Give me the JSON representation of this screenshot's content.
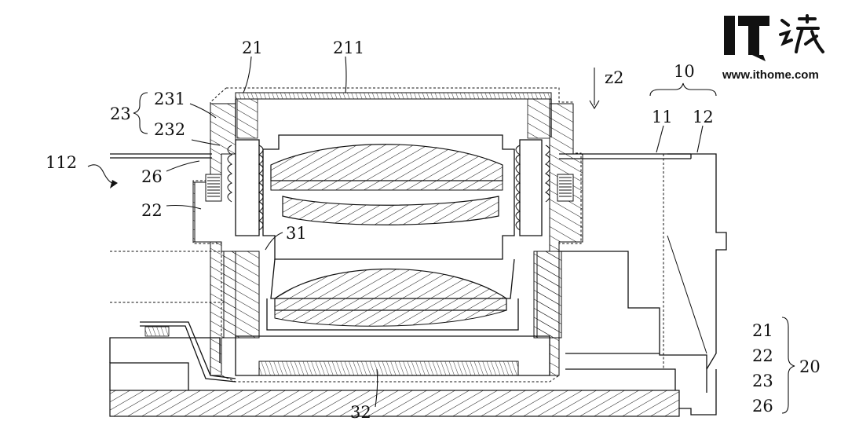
{
  "watermark": {
    "logo_text": "IT之家",
    "url": "www.ithome.com"
  },
  "labels": {
    "l21": "21",
    "l211": "211",
    "z2": "z2",
    "l10": "10",
    "l11": "11",
    "l12": "12",
    "l23": "23",
    "l231": "231",
    "l232": "232",
    "l112": "112",
    "l26": "26",
    "l22": "22",
    "l31": "31",
    "l32": "32",
    "l20": "20"
  },
  "group_20": [
    "21",
    "22",
    "23",
    "26"
  ]
}
